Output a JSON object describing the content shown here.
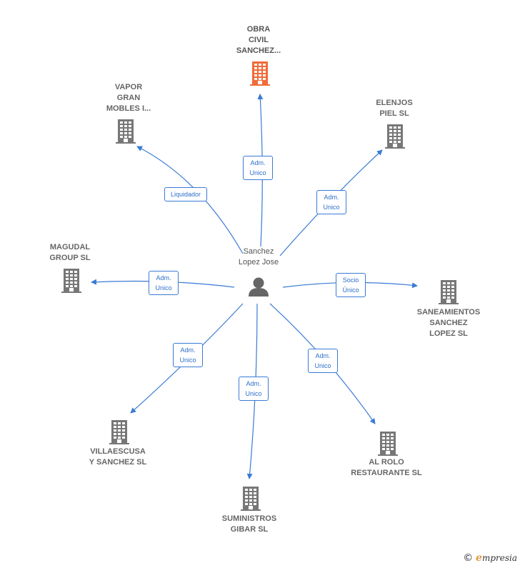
{
  "colors": {
    "edge": "#3a7bd5",
    "building": "#777777",
    "building_highlight": "#f26b3a",
    "person": "#666666"
  },
  "center": {
    "label": "Sanchez\nLopez Jose",
    "icon": "person-icon"
  },
  "nodes": [
    {
      "id": "obra",
      "label": "OBRA\nCIVIL\nSANCHEZ...",
      "highlight": true,
      "icon": "building-icon"
    },
    {
      "id": "vapor",
      "label": "VAPOR\nGRAN\nMOBLES I...",
      "highlight": false,
      "icon": "building-icon"
    },
    {
      "id": "elenjos",
      "label": "ELENJOS\nPIEL SL",
      "highlight": false,
      "icon": "building-icon"
    },
    {
      "id": "magudal",
      "label": "MAGUDAL\nGROUP  SL",
      "highlight": false,
      "icon": "building-icon"
    },
    {
      "id": "saneamientos",
      "label": "SANEAMIENTOS\nSANCHEZ\nLOPEZ SL",
      "highlight": false,
      "icon": "building-icon"
    },
    {
      "id": "villaescusa",
      "label": "VILLAESCUSA\nY SANCHEZ SL",
      "highlight": false,
      "icon": "building-icon"
    },
    {
      "id": "alrolo",
      "label": "AL ROLO\nRESTAURANTE SL",
      "highlight": false,
      "icon": "building-icon"
    },
    {
      "id": "suministros",
      "label": "SUMINISTROS\nGIBAR SL",
      "highlight": false,
      "icon": "building-icon"
    }
  ],
  "edges": [
    {
      "to": "obra",
      "label": "Adm.\nUnico"
    },
    {
      "to": "vapor",
      "label": "Liquidador"
    },
    {
      "to": "elenjos",
      "label": "Adm.\nUnico"
    },
    {
      "to": "magudal",
      "label": "Adm.\nUnico"
    },
    {
      "to": "saneamientos",
      "label": "Socio\nÚnico"
    },
    {
      "to": "villaescusa",
      "label": "Adm.\nUnico"
    },
    {
      "to": "alrolo",
      "label": "Adm.\nUnico"
    },
    {
      "to": "suministros",
      "label": "Adm.\nUnico"
    }
  ],
  "footer": {
    "copyright": "©",
    "brand_initial": "e",
    "brand_rest": "mpresia"
  }
}
